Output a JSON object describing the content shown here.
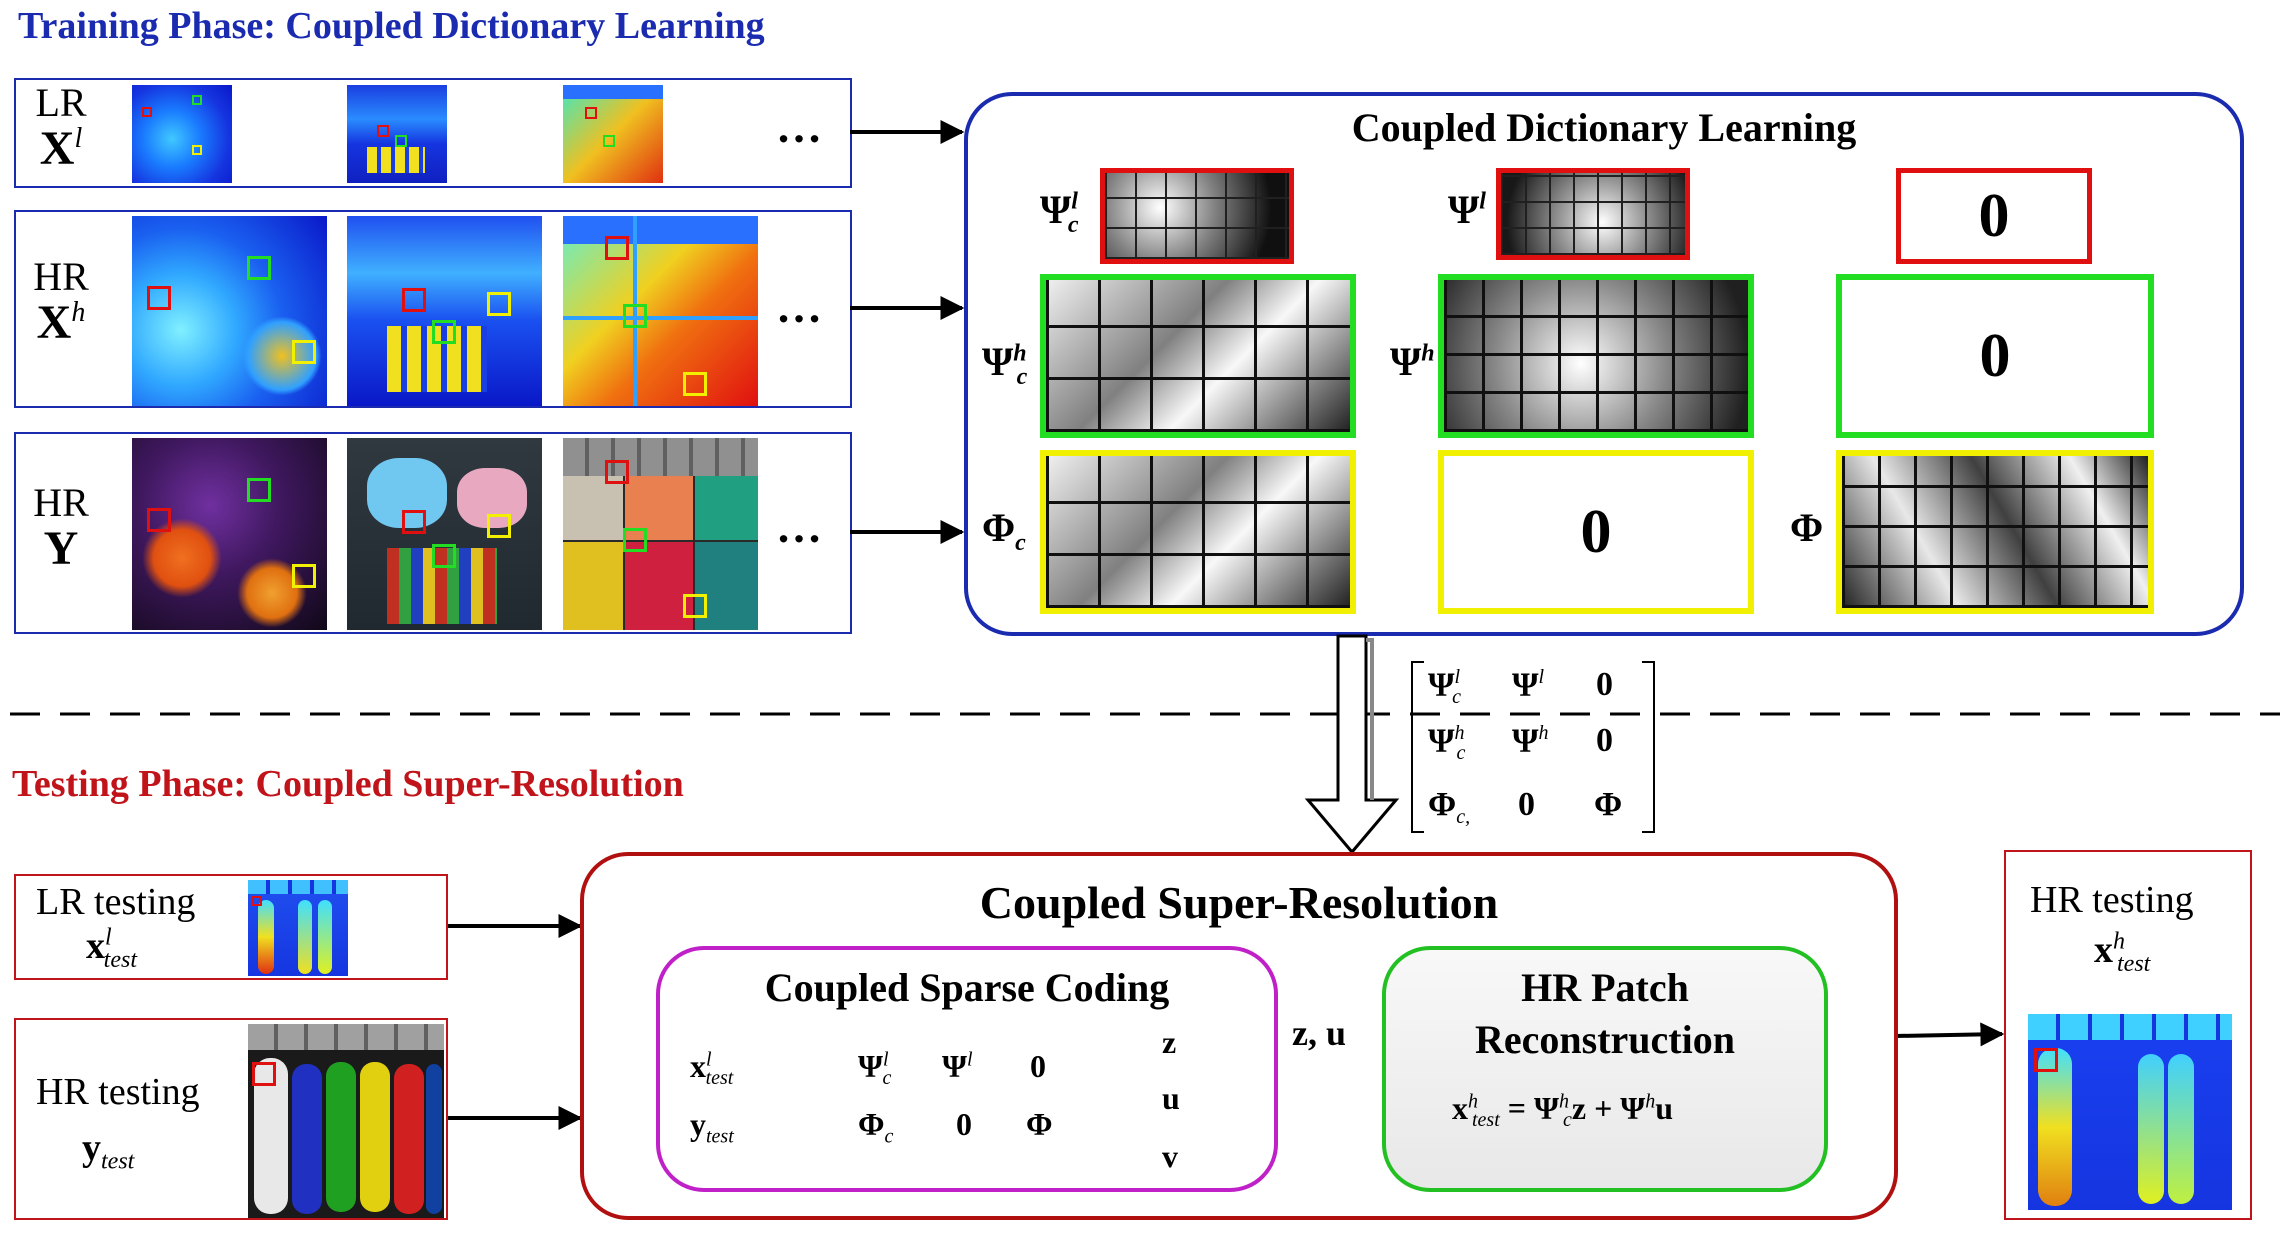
{
  "training": {
    "title": "Training Phase: Coupled Dictionary Learning",
    "rows": [
      {
        "line1": "LR",
        "line2": "X",
        "sup": "l",
        "ellipsis": "…"
      },
      {
        "line1": "HR",
        "line2": "X",
        "sup": "h",
        "ellipsis": "…"
      },
      {
        "line1": "HR",
        "line2": "Y",
        "sup": "",
        "ellipsis": "…"
      }
    ]
  },
  "cdl": {
    "title": "Coupled Dictionary Learning",
    "zero": "0",
    "symbols": {
      "psi_c_l": {
        "base": "Ψ",
        "sup": "l",
        "sub": "c"
      },
      "psi_l": {
        "base": "Ψ",
        "sup": "l"
      },
      "psi_c_h": {
        "base": "Ψ",
        "sup": "h",
        "sub": "c"
      },
      "psi_h": {
        "base": "Ψ",
        "sup": "h"
      },
      "phi_c": {
        "base": "Φ",
        "sub": "c"
      },
      "phi": {
        "base": "Φ"
      }
    }
  },
  "matrix": {
    "rows": [
      [
        "Ψ",
        "Ψ",
        "0"
      ],
      [
        "Ψ",
        "Ψ",
        "0"
      ],
      [
        "Φ",
        "0",
        "Φ"
      ]
    ],
    "scripts": [
      [
        {
          "sup": "l",
          "sub": "c"
        },
        {
          "sup": "l"
        },
        {}
      ],
      [
        {
          "sup": "h",
          "sub": "c"
        },
        {
          "sup": "h"
        },
        {}
      ],
      [
        {
          "sub": "c,"
        },
        {},
        {}
      ]
    ]
  },
  "testing": {
    "title": "Testing Phase: Coupled Super-Resolution",
    "lr_input": {
      "label": "LR testing",
      "sym": "x",
      "sup": "l",
      "sub": "test"
    },
    "hr_input": {
      "label": "HR testing",
      "sym": "y",
      "sub": "test"
    },
    "output": {
      "label": "HR testing",
      "sym": "x",
      "sup": "h",
      "sub": "test"
    }
  },
  "csr": {
    "title": "Coupled Super-Resolution",
    "sparse_coding": {
      "title": "Coupled Sparse Coding",
      "vec_in": [
        {
          "base": "x",
          "sup": "l",
          "sub": "test"
        },
        {
          "base": "y",
          "sub": "test"
        }
      ],
      "mat": [
        [
          "Ψ",
          "Ψ",
          "0"
        ],
        [
          "Φ",
          "0",
          "Φ"
        ]
      ],
      "mat_scripts": [
        [
          {
            "sup": "l",
            "sub": "c"
          },
          {
            "sup": "l"
          },
          {}
        ],
        [
          {
            "sub": "c"
          },
          {},
          {}
        ]
      ],
      "vec_out": [
        "z",
        "u",
        "v"
      ]
    },
    "arrow_label": "z, u",
    "reconstruction": {
      "title_line1": "HR Patch",
      "title_line2": "Reconstruction",
      "eq_lhs": "x",
      "eq_lhs_sup": "h",
      "eq_lhs_sub": "test",
      "eq_eq": "=",
      "eq_t1": "Ψ",
      "eq_t1_sup": "h",
      "eq_t1_sub": "c",
      "eq_t1_var": "z",
      "eq_plus": "+",
      "eq_t2": "Ψ",
      "eq_t2_sup": "h",
      "eq_t2_var": "u"
    }
  },
  "colors": {
    "training_title": "#1a2bb0",
    "testing_title": "#c0141a",
    "cdl_border": "#1a2bb0",
    "csr_border": "#b01010",
    "sparse_border": "#c020c8",
    "recon_border": "#22c022",
    "red": "#e01010",
    "green": "#22dd22",
    "yellow": "#f0f000"
  }
}
